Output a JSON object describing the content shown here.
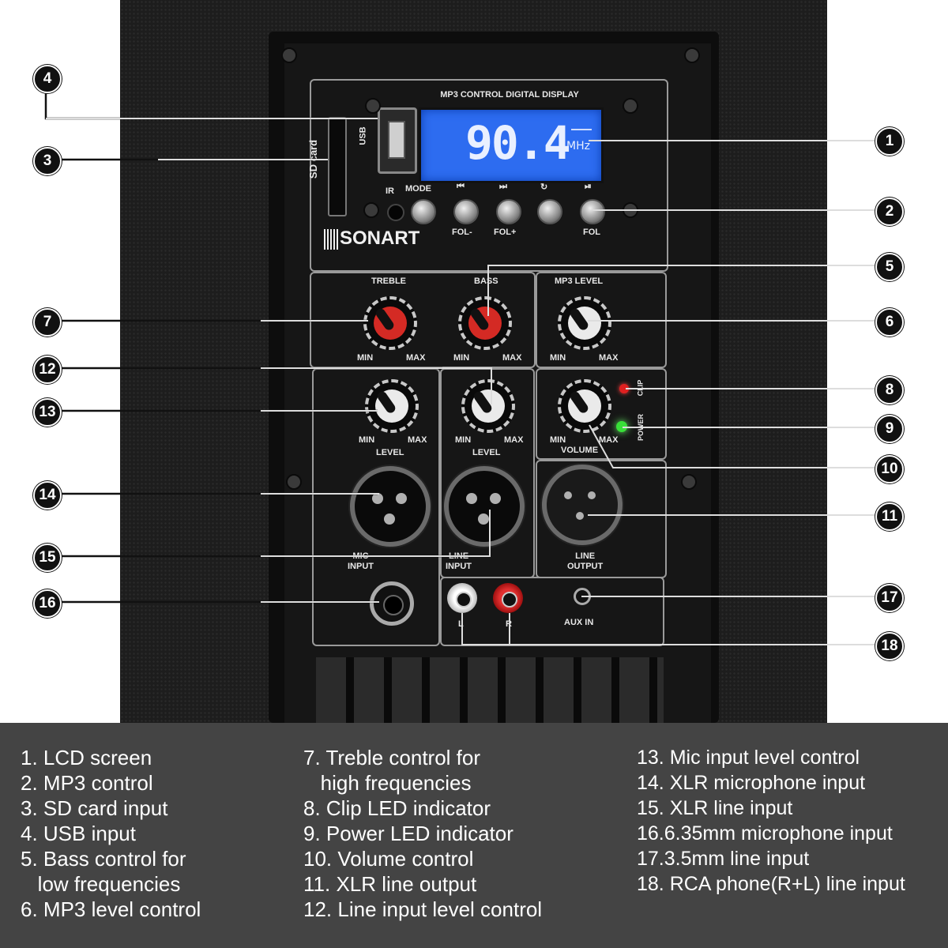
{
  "panel": {
    "display_title": "MP3 CONTROL DIGITAL DISPLAY",
    "lcd_frequency": "90.4",
    "lcd_unit": "MHz",
    "usb_label": "USB",
    "sd_label": "SD card",
    "ir_label": "IR",
    "mode_label": "MODE",
    "prev_icon": "⏮",
    "next_icon": "⏭",
    "repeat_icon": "↻",
    "play_icon": "⏯",
    "fol_minus": "FOL-",
    "fol_plus": "FOL+",
    "fol": "FOL",
    "brand": "SONART",
    "treble": "TREBLE",
    "bass": "BASS",
    "mp3_level": "MP3 LEVEL",
    "min": "MIN",
    "max": "MAX",
    "level": "LEVEL",
    "volume": "VOLUME",
    "clip": "CLIP",
    "power": "POWER",
    "mic_input": "MIC\nINPUT",
    "line_input": "LINE\nINPUT",
    "line_output": "LINE\nOUTPUT",
    "left": "L",
    "right": "R",
    "aux_in": "AUX IN"
  },
  "callouts": [
    "1",
    "2",
    "3",
    "4",
    "5",
    "6",
    "7",
    "8",
    "9",
    "10",
    "11",
    "12",
    "13",
    "14",
    "15",
    "16",
    "17",
    "18"
  ],
  "legend": {
    "col1": [
      "1. LCD screen",
      "2. MP3 control",
      "3. SD card input",
      "4. USB input",
      "5. Bass control for",
      "   low frequencies",
      "6. MP3 level control"
    ],
    "col2": [
      "7. Treble control for",
      "   high frequencies",
      "8. Clip LED indicator",
      "9. Power LED indicator",
      "10. Volume control",
      "11. XLR line output",
      "12. Line input level control"
    ],
    "col3": [
      "13. Mic input level control",
      "14. XLR microphone input",
      "15. XLR line input",
      "16.6.35mm microphone input",
      "17.3.5mm line input",
      "18. RCA phone(R+L) line input"
    ]
  },
  "colors": {
    "lcd": "#2d6cf0",
    "clip_led": "#e02020",
    "power_led": "#38e038",
    "legend_bg": "#444444"
  }
}
